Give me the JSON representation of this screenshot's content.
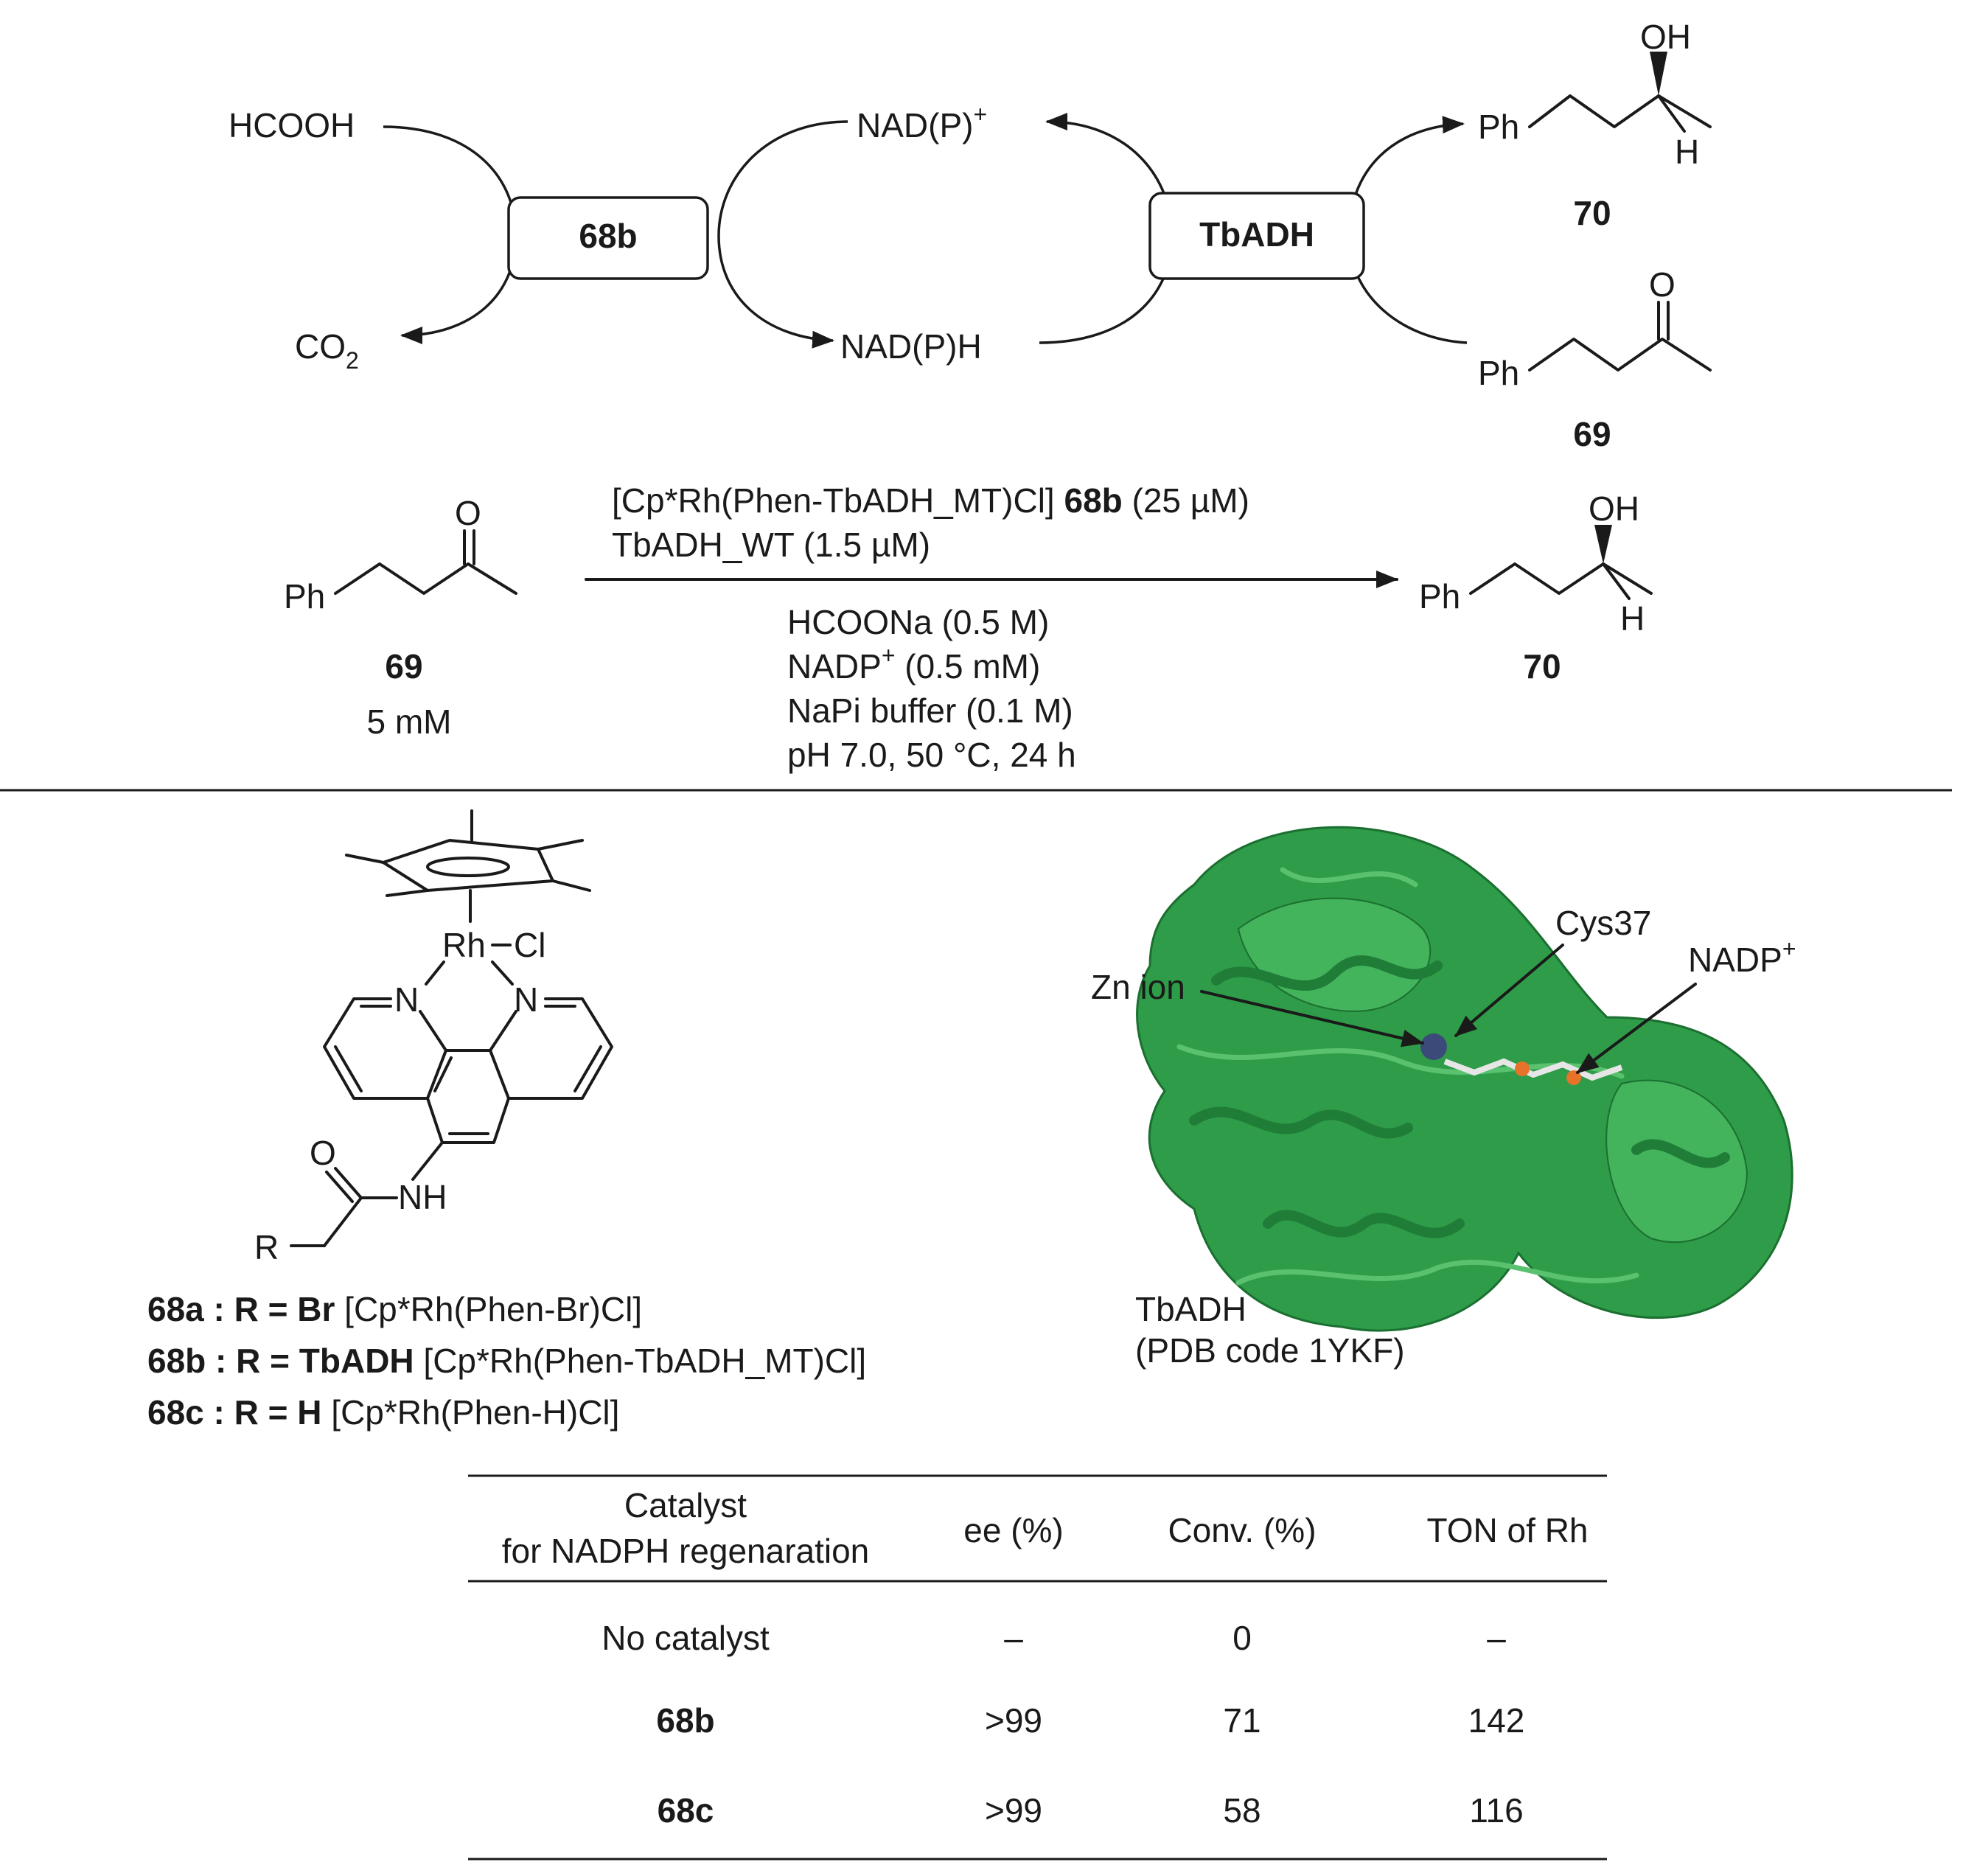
{
  "cycle": {
    "left_top": "HCOOH",
    "left_bottom_main": "CO",
    "left_bottom_sub": "2",
    "left_box": "68b",
    "mid_top_main": "NAD(P)",
    "mid_top_sup": "+",
    "mid_bottom": "NAD(P)H",
    "right_box": "TbADH",
    "product_label": "70",
    "substrate_label": "69"
  },
  "atoms": {
    "oh": "OH",
    "h": "H",
    "o": "O",
    "ph": "Ph",
    "rh": "Rh",
    "cl": "Cl",
    "n": "N",
    "nh": "NH",
    "r": "R"
  },
  "reaction": {
    "reagent_line1_pre": "[Cp*Rh(Phen-TbADH_MT)Cl] ",
    "reagent_line1_bold": "68b",
    "reagent_line1_post": " (25 µM)",
    "reagent_line2": "TbADH_WT (1.5 µM)",
    "cond_line1": "HCOONa (0.5 M)",
    "cond_line2_pre": "NADP",
    "cond_line2_sup": "+",
    "cond_line2_post": " (0.5 mM)",
    "cond_line3": "NaPi buffer (0.1 M)",
    "cond_line4": "pH 7.0, 50 °C, 24 h",
    "substrate_label": "69",
    "substrate_conc": "5 mM",
    "product_label": "70"
  },
  "catalysts": [
    {
      "id": "68a",
      "sep": " : ",
      "rdef": "R = Br",
      "formula": " [Cp*Rh(Phen-Br)Cl]"
    },
    {
      "id": "68b",
      "sep": " : ",
      "rdef": "R = TbADH",
      "formula": " [Cp*Rh(Phen-TbADH_MT)Cl]"
    },
    {
      "id": "68c",
      "sep": " : ",
      "rdef": "R = H",
      "formula": " [Cp*Rh(Phen-H)Cl]"
    }
  ],
  "protein": {
    "label_cys": "Cys37",
    "label_zn": "Zn ion",
    "label_nadp_main": "NADP",
    "label_nadp_sup": "+",
    "caption_line1": "TbADH",
    "caption_line2": "(PDB code 1YKF)",
    "colors": {
      "protein": "#2e9c48",
      "zinc": "#3b4a78",
      "phosphate": "#e8722a"
    }
  },
  "table": {
    "headers": [
      "Catalyst",
      "for NADPH regenaration",
      "ee (%)",
      "Conv. (%)",
      "TON of Rh"
    ],
    "rows": [
      {
        "catalyst": "No catalyst",
        "ee": "–",
        "conv": "0",
        "ton": "–"
      },
      {
        "catalyst": "68b",
        "ee": ">99",
        "conv": "71",
        "ton": "142"
      },
      {
        "catalyst": "68c",
        "ee": ">99",
        "conv": "58",
        "ton": "116"
      }
    ]
  }
}
